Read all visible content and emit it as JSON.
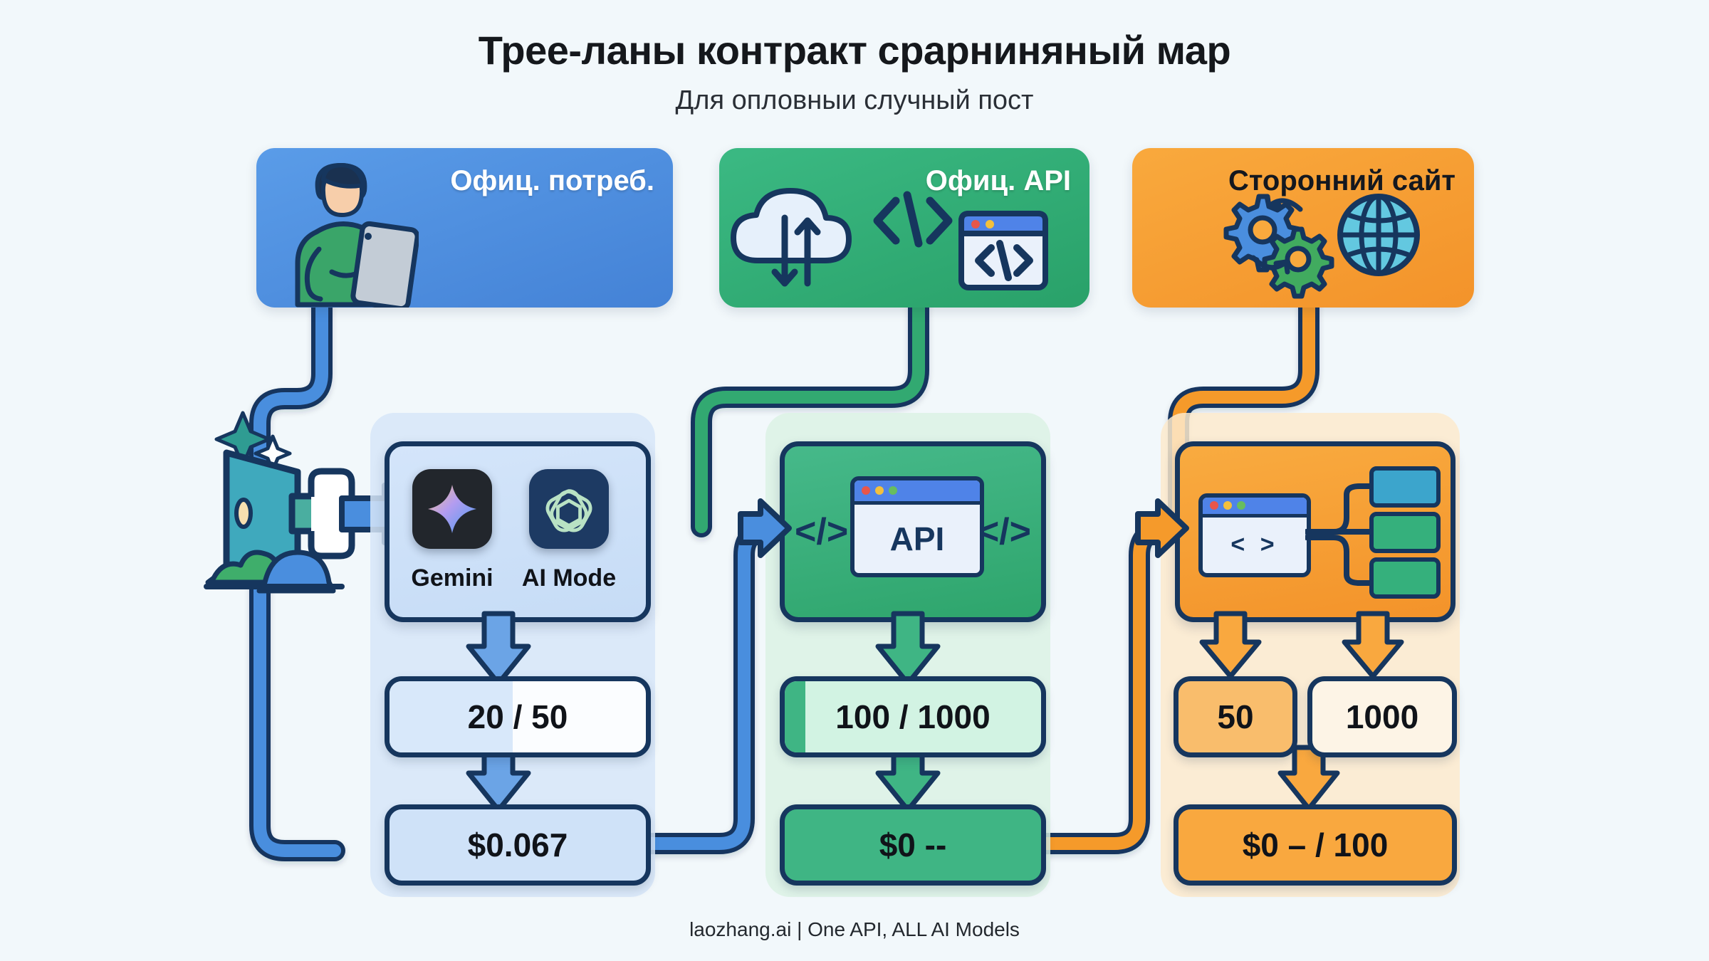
{
  "header": {
    "title": "Трее-ланы контракт срарниняный мар",
    "subtitle": "Для опловныи случный пост"
  },
  "footer": {
    "text": "laozhang.ai | One API, ALL AI Models"
  },
  "colors": {
    "background": "#f2f8fb",
    "blue": "#4a8ede",
    "green": "#31a971",
    "orange": "#f59a2b",
    "outline": "#16365e",
    "panel_blue": "#d7e6f8",
    "panel_green": "#dcf2e4",
    "panel_orange": "#fdeacd"
  },
  "sources": [
    {
      "id": "consumer",
      "label": "Офиц. потреб.",
      "color": "#4a8ede",
      "label_color": "#ffffff",
      "icon": "person-with-tablet-icon"
    },
    {
      "id": "api",
      "label": "Офиц. API",
      "color": "#31a971",
      "label_color": "#ffffff",
      "icon": "cloud-sync-code-icon"
    },
    {
      "id": "thirdparty",
      "label": "Сторонний сайт",
      "color": "#f59a2b",
      "label_color": "#14181f",
      "icon": "gears-globe-icon"
    }
  ],
  "columns": [
    {
      "id": "consumer",
      "accent": "#4a8ede",
      "panel": "#d7e6f8",
      "hero": {
        "fill": "#cfe2f8",
        "apps": [
          {
            "name": "Gemini",
            "icon": "gemini-spark-icon",
            "tile": "#22262c"
          },
          {
            "name": "AI Mode",
            "icon": "openai-knot-icon",
            "tile": "#1d3a63"
          }
        ]
      },
      "values": [
        {
          "id": "quota",
          "text": "20 / 50",
          "fill": "#d8e8fa",
          "fill_pct": 48,
          "bg": "#fbfdff"
        },
        {
          "id": "price",
          "text": "$0.067",
          "fill": "#cfe2f8",
          "fill_pct": 100,
          "bg": "#cfe2f8"
        }
      ]
    },
    {
      "id": "api",
      "accent": "#31a971",
      "panel": "#dcf2e4",
      "hero": {
        "fill": "#3fb584",
        "center_label": "API",
        "left_symbol": "</>",
        "right_symbol": "</>"
      },
      "values": [
        {
          "id": "quota",
          "text": "100 / 1000",
          "fill": "#3fb584",
          "fill_pct": 8,
          "bg": "#d2f3e3"
        },
        {
          "id": "price",
          "text": "$0 --",
          "fill": "#3fb584",
          "fill_pct": 100,
          "bg": "#3fb584"
        }
      ]
    },
    {
      "id": "thirdparty",
      "accent": "#f59a2b",
      "panel": "#fdeacd",
      "hero": {
        "fill": "#f59a2b",
        "blocks": [
          "#3ca5cc",
          "#35b07c",
          "#35b07c"
        ]
      },
      "values": [
        {
          "id": "limit_left",
          "text": "50",
          "fill": "#f9bd6c",
          "fill_pct": 100,
          "bg": "#f9bd6c"
        },
        {
          "id": "limit_right",
          "text": "1000",
          "fill": "#fdf4e6",
          "fill_pct": 100,
          "bg": "#fdf4e6"
        },
        {
          "id": "price",
          "text": "$0 – / 100",
          "fill": "#f9a83f",
          "fill_pct": 100,
          "bg": "#f9a83f"
        }
      ]
    }
  ],
  "decor": {
    "funnel_icon": "funnel-plug-icon",
    "sparkle_icon": "sparkle-icon",
    "cloud_icon": "cloud-icon"
  }
}
